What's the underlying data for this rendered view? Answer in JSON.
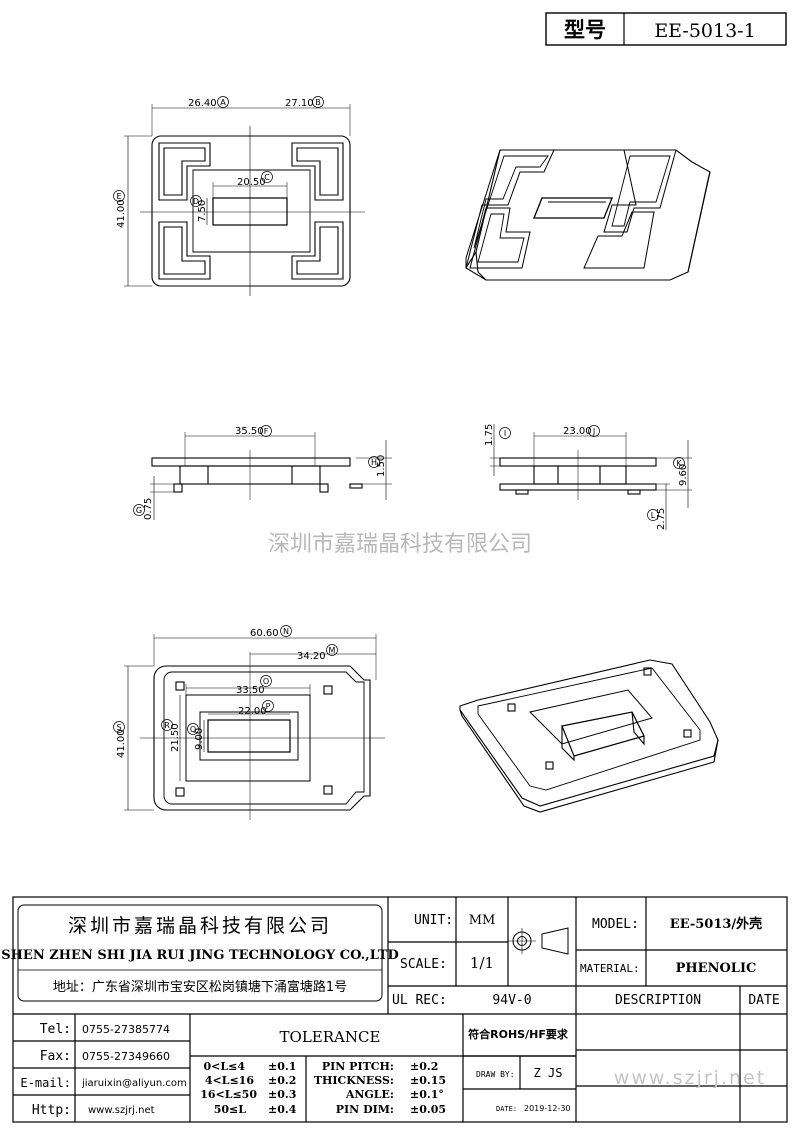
{
  "header": {
    "model_label": "型号",
    "model_value": "EE-5013-1"
  },
  "dims": {
    "A": "26.40",
    "B": "27.10",
    "C": "20.50",
    "D": "7.50",
    "E": "41.00",
    "F": "35.50",
    "H": "1.50",
    "G": "0.75",
    "I": "1.75",
    "J": "23.00",
    "K": "9.60",
    "L": "2.75",
    "N": "60.60",
    "M": "34.20",
    "O": "33.50",
    "P": "22.00",
    "Q": "9.00",
    "R": "21.50",
    "S": "41.00"
  },
  "markers": {
    "A": "A",
    "B": "B",
    "C": "C",
    "D": "D",
    "E": "E",
    "F": "F",
    "G": "G",
    "H": "H",
    "I": "I",
    "J": "J",
    "K": "K",
    "L": "L",
    "M": "M",
    "N": "N",
    "O": "O",
    "P": "P",
    "Q": "Q",
    "R": "R",
    "S": "S"
  },
  "watermark": "深圳市嘉瑞晶科技有限公司",
  "title_block": {
    "company_cn": "深圳市嘉瑞晶科技有限公司",
    "company_en": "SHEN ZHEN SHI  JIA RUI JING  TECHNOLOGY CO.,LTD",
    "address": "地址：广东省深圳市宝安区松岗镇塘下涌富塘路1号",
    "unit_label": "UNIT:",
    "unit_value": "MM",
    "scale_label": "SCALE:",
    "scale_value": "1/1",
    "ul_label": "UL REC:",
    "ul_value": "94V-0",
    "model_label": "MODEL:",
    "model_value": "EE-5013/外壳",
    "material_label": "MATERIAL:",
    "material_value": "PHENOLIC",
    "description_label": "DESCRIPTION",
    "date_label": "DATE",
    "tel_label": "Tel:",
    "tel_value": "0755-27385774",
    "fax_label": "Fax:",
    "fax_value": "0755-27349660",
    "email_label": "E-mail:",
    "email_value": "jiaruixin@aliyun.com",
    "http_label": "Http:",
    "http_value": "www.szjrj.net",
    "tolerance_label": "TOLERANCE",
    "tol_ranges": [
      "0<L≤4",
      "4<L≤16",
      "16<L≤50",
      "50≤L"
    ],
    "tol_values": [
      "±0.1",
      "±0.2",
      "±0.3",
      "±0.4"
    ],
    "pin_labels": [
      "PIN PITCH:",
      "THICKNESS:",
      "ANGLE:",
      "PIN DIM:"
    ],
    "pin_values": [
      "±0.2",
      "±0.15",
      "±0.1°",
      "±0.05"
    ],
    "rohs": "符合ROHS/HF要求",
    "draw_by_label": "DRAW BY:",
    "draw_by_value": "Z JS",
    "date_row_label": "DATE:",
    "date_value": "2019-12-30",
    "website_watermark": "www.szjrj.net"
  }
}
